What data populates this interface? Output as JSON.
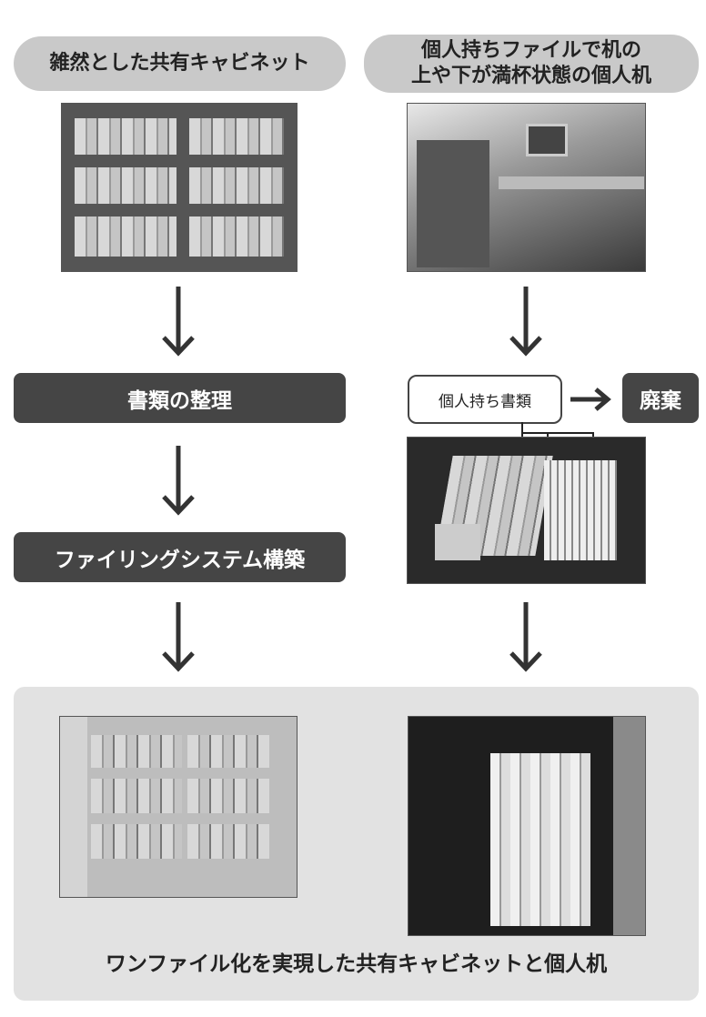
{
  "top_labels": {
    "left": "雑然とした共有キャビネット",
    "right_line1": "個人持ちファイルで机の",
    "right_line2": "上や下が満杯状態の個人机"
  },
  "steps": {
    "organize": "書類の整理",
    "filing_system": "ファイリングシステム構築",
    "personal_docs": "個人持ち書類",
    "discard": "廃棄"
  },
  "result_caption": "ワンファイル化を実現した共有キャビネットと個人机",
  "colors": {
    "pill": "#c9c9c9",
    "dark_box": "#454545",
    "panel": "#e2e2e2"
  }
}
